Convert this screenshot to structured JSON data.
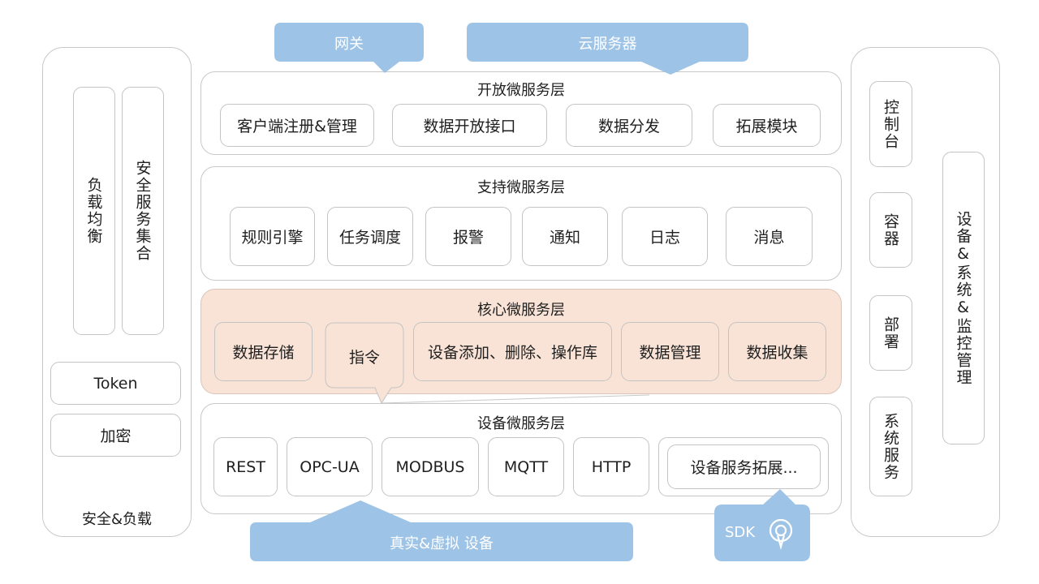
{
  "top_callouts": {
    "gateway": "网关",
    "cloud": "云服务器"
  },
  "left_panel": {
    "load_balance": "负载均衡",
    "security_set": "安全服务集合",
    "token": "Token",
    "encryption": "加密",
    "footer": "安全&负载"
  },
  "open_layer": {
    "title": "开放微服务层",
    "items": [
      "客户端注册&管理",
      "数据开放接口",
      "数据分发",
      "拓展模块"
    ]
  },
  "support_layer": {
    "title": "支持微服务层",
    "items": [
      "规则引擎",
      "任务调度",
      "报警",
      "通知",
      "日志",
      "消息"
    ]
  },
  "core_layer": {
    "title": "核心微服务层",
    "items": [
      "数据存储",
      "指令",
      "设备添加、删除、操作库",
      "数据管理",
      "数据收集"
    ]
  },
  "device_layer": {
    "title": "设备微服务层",
    "items": [
      "REST",
      "OPC-UA",
      "MODBUS",
      "MQTT",
      "HTTP",
      "设备服务拓展..."
    ]
  },
  "bottom_callouts": {
    "devices": "真实&虚拟 设备",
    "sdk": "SDK"
  },
  "right_panel": {
    "console": "控制台",
    "container": "容器",
    "deploy": "部署",
    "system_service": "系统服务",
    "device_system_monitor": "设备&系统&监控管理"
  },
  "colors": {
    "callout_blue": "#9dc3e6",
    "core_fill": "#f9e3d6",
    "border": "#c8c8c8"
  },
  "icons": {
    "sdk": "location-pin-icon"
  }
}
